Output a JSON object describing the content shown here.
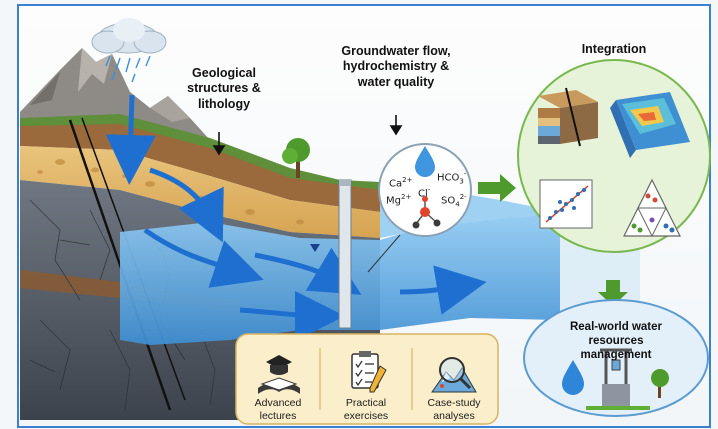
{
  "labels": {
    "geology_title": "Geological structures & lithology",
    "groundwater_title": "Groundwater flow, hydrochemistry & water quality",
    "integration_title": "Integration",
    "management_title": "Real-world water resources management"
  },
  "ions": {
    "ca": "Ca",
    "ca_charge": "2+",
    "mg": "Mg",
    "mg_charge": "2+",
    "cl": "Cl",
    "cl_charge": "-",
    "hco3": "HCO",
    "hco3_sub": "3",
    "hco3_charge": "-",
    "so4": "SO",
    "so4_sub": "4",
    "so4_charge": "2-"
  },
  "learning_methods": [
    {
      "label": "Advanced lectures",
      "icon": "graduation-book-icon"
    },
    {
      "label": "Practical exercises",
      "icon": "checklist-pencil-icon"
    },
    {
      "label": "Case-study analyses",
      "icon": "magnifier-mountain-icon"
    }
  ],
  "colors": {
    "frame_border": "#3b7fd1",
    "water": "#5aa9e6",
    "integration_fill": "#e6f3d8",
    "integration_border": "#79b84e",
    "management_fill": "#e3f0fa",
    "management_border": "#5c9bd0",
    "cards_fill": "#fbefcb",
    "cards_border": "#d8b462",
    "arrow_green": "#4e9a2d"
  }
}
